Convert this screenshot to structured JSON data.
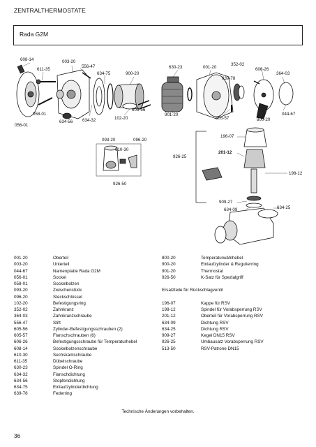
{
  "header": {
    "title": "ZENTRALTHERMOSTATE"
  },
  "section": {
    "title": "Rada G2M"
  },
  "diagram_labels": {
    "l608_14": "608-14",
    "l611_35": "611-35",
    "l003_20": "003-20",
    "l556_47": "556-47",
    "l634_75": "634-75",
    "l900_20": "900-20",
    "l630_23": "630-23",
    "l001_20": "001-20",
    "l352_02": "352-02",
    "l639_78": "639-78",
    "l606_26": "606-26",
    "l364_03": "364-03",
    "l058_01": "058-01",
    "l056_01": "056-01",
    "l634_56": "634-56",
    "l634_32": "634-32",
    "l102_20": "102-20",
    "l605_56": "605-56",
    "l901_20": "901-20",
    "l605_57": "605-57",
    "l800_20": "800-20",
    "l044_67": "044-67",
    "l093_20": "093-20",
    "l096_20": "096-20",
    "l610_30": "610-30",
    "l926_50": "926-50",
    "l196_07": "196-07",
    "l201_12": "201-12",
    "l926_25": "926-25",
    "l198_12": "198-12",
    "l909_27": "909-27",
    "l634_09": "634-09",
    "l634_25": "634-25"
  },
  "parts_left": [
    {
      "code": "001-20",
      "name": "Oberteil"
    },
    {
      "code": "003-20",
      "name": "Unterteil"
    },
    {
      "code": "044-67",
      "name": "Namenplatte Rada G2M"
    },
    {
      "code": "056-01",
      "name": "Sockel"
    },
    {
      "code": "058-01",
      "name": "Sockelbolzen"
    },
    {
      "code": "093-20",
      "name": "Zwischenstück"
    },
    {
      "code": "096-20",
      "name": "Steckschlüssel"
    },
    {
      "code": "102-20",
      "name": "Befestigungsring"
    },
    {
      "code": "352-02",
      "name": "Zahnkranz"
    },
    {
      "code": "364-03",
      "name": "Zahnkranzschraube"
    },
    {
      "code": "556-47",
      "name": "Stift"
    },
    {
      "code": "605-56",
      "name": "Zylinder-Befestigungsschrauben (2)"
    },
    {
      "code": "605-57",
      "name": "Flanschschrauben (6)"
    },
    {
      "code": "606-26",
      "name": "Befestigungsschraube für Temperaturhebel"
    },
    {
      "code": "608-14",
      "name": "Sockelbolzenschraube"
    },
    {
      "code": "610-30",
      "name": "Sechskantschraube"
    },
    {
      "code": "611-35",
      "name": "Dübelschraube"
    },
    {
      "code": "630-23",
      "name": "Spindel O-Ring"
    },
    {
      "code": "634-32",
      "name": "Flanschdichtung"
    },
    {
      "code": "634-56",
      "name": "Stopfendichtung"
    },
    {
      "code": "634-75",
      "name": "Einlaufzylinderdichtung"
    },
    {
      "code": "639-78",
      "name": "Federring"
    }
  ],
  "parts_right_a": [
    {
      "code": "800-20",
      "name": "Temperaturwählhebel"
    },
    {
      "code": "900-20",
      "name": "Einlaufzylinder & Regulierring"
    },
    {
      "code": "901-20",
      "name": "Thermostat"
    },
    {
      "code": "926-50",
      "name": "K-Satz für Spezialgriff"
    }
  ],
  "parts_right_heading": "Ersatzteile für Rückschlagventil",
  "parts_right_b": [
    {
      "code": "196-07",
      "name": "Kappe für RSV"
    },
    {
      "code": "198-12",
      "name": "Spindel für Vorabsperrung RSV"
    },
    {
      "code": "201-12",
      "name": "Oberteil für Vorabsperrung RSV"
    },
    {
      "code": "634-09",
      "name": "Dichtung RSV"
    },
    {
      "code": "634-25",
      "name": "Dichtung RSV"
    },
    {
      "code": "909-27",
      "name": "Kegel DN15 RSV"
    },
    {
      "code": "926-25",
      "name": "Umbausatz Vorabsperrung RSV"
    },
    {
      "code": "513-50",
      "name": "RSV-Patrone DN15"
    }
  ],
  "footer": {
    "note": "Technische Änderungen vorbehalten.",
    "page": "36"
  }
}
